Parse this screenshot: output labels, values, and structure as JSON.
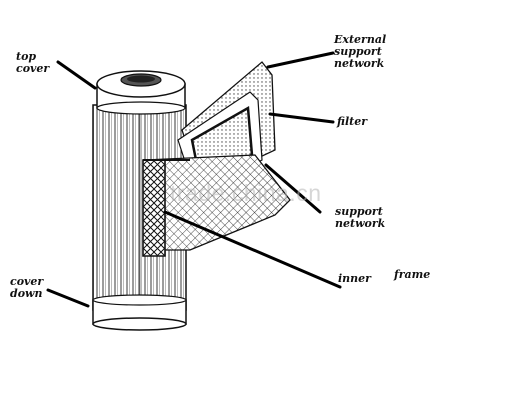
{
  "labels": {
    "top_cover": [
      "top",
      "cover"
    ],
    "cover_down": [
      "cover",
      "down"
    ],
    "external_support_network": [
      "External",
      "support",
      "network"
    ],
    "filter": "filter",
    "support_network": [
      "support",
      "network"
    ],
    "inner": "inner",
    "frame": "frame"
  },
  "watermark": "trade.china.cn",
  "colors": {
    "ink": "#111111",
    "paper": "#ffffff"
  }
}
